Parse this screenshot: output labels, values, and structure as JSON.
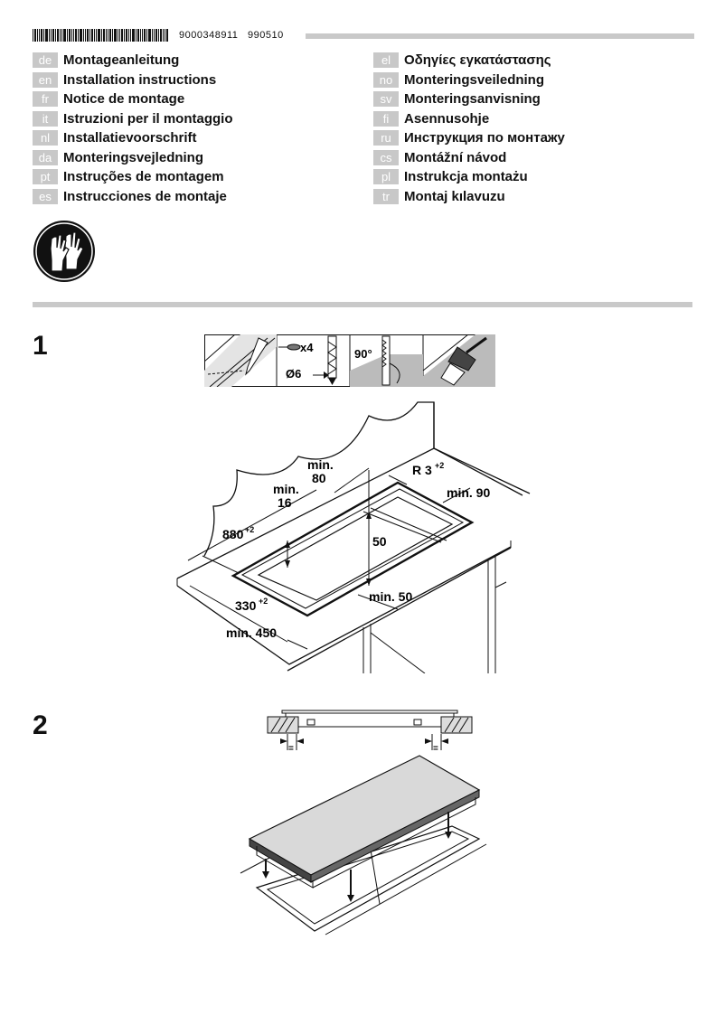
{
  "header": {
    "doc_number": "9000348911",
    "date_code": "990510"
  },
  "languages_left": [
    {
      "code": "de",
      "title": "Montageanleitung"
    },
    {
      "code": "en",
      "title": "Installation instructions"
    },
    {
      "code": "fr",
      "title": "Notice de montage"
    },
    {
      "code": "it",
      "title": "Istruzioni per il montaggio"
    },
    {
      "code": "nl",
      "title": "Installatievoorschrift"
    },
    {
      "code": "da",
      "title": "Monteringsvejledning"
    },
    {
      "code": "pt",
      "title": "Instruções de montagem"
    },
    {
      "code": "es",
      "title": "Instrucciones de montaje"
    }
  ],
  "languages_right": [
    {
      "code": "el",
      "title": "Οδηγίες εγκατάστασης"
    },
    {
      "code": "no",
      "title": "Monteringsveiledning"
    },
    {
      "code": "sv",
      "title": "Monteringsanvisning"
    },
    {
      "code": "fi",
      "title": "Asennusohje"
    },
    {
      "code": "ru",
      "title": "Инструкция по монтажу"
    },
    {
      "code": "cs",
      "title": "Montážní návod"
    },
    {
      "code": "pl",
      "title": "Instrukcja montażu"
    },
    {
      "code": "tr",
      "title": "Montaj kılavuzu"
    }
  ],
  "icons": {
    "safety": "gloves-icon"
  },
  "step1": {
    "number": "1",
    "tools": {
      "count": "x4",
      "diameter": "Ø6",
      "angle": "90°"
    },
    "dims": {
      "min80_a": "min.",
      "min80_b": "80",
      "min16_a": "min.",
      "min16_b": "16",
      "r3": "R 3",
      "r3_sup": "+2",
      "min90": "min. 90",
      "d880": "880",
      "d880_sup": "+2",
      "d50": "50",
      "d330": "330",
      "d330_sup": "+2",
      "min50": "min. 50",
      "min450": "min. 450"
    }
  },
  "step2": {
    "number": "2"
  }
}
